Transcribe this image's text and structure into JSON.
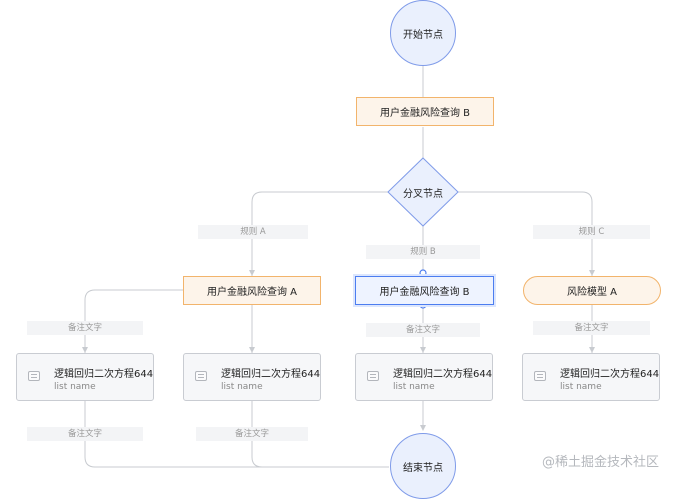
{
  "nodes": {
    "start": "开始节点",
    "query_b_top": "用户金融风险查询 B",
    "branch": "分叉节点",
    "query_a": "用户金融风险查询 A",
    "query_b_selected": "用户金融风险查询 B",
    "risk_model": "风险模型 A",
    "end": "结束节点"
  },
  "rules": {
    "a": "规则 A",
    "b": "规则 B",
    "c": "规则 C"
  },
  "notes": {
    "text": "备注文字"
  },
  "cards": [
    {
      "title": "逻辑回归二次方程644",
      "subtitle": "list name"
    },
    {
      "title": "逻辑回归二次方程644",
      "subtitle": "list name"
    },
    {
      "title": "逻辑回归二次方程644",
      "subtitle": "list name"
    },
    {
      "title": "逻辑回归二次方程644",
      "subtitle": "list name"
    }
  ],
  "watermark": "@稀土掘金技术社区",
  "colors": {
    "circle_fill": "#eaf0fd",
    "circle_border": "#7f9be9",
    "orange_fill": "#fdf4ea",
    "orange_border": "#f2b46c",
    "selected_border": "#4c7df0",
    "edge": "#c8cbd0"
  }
}
